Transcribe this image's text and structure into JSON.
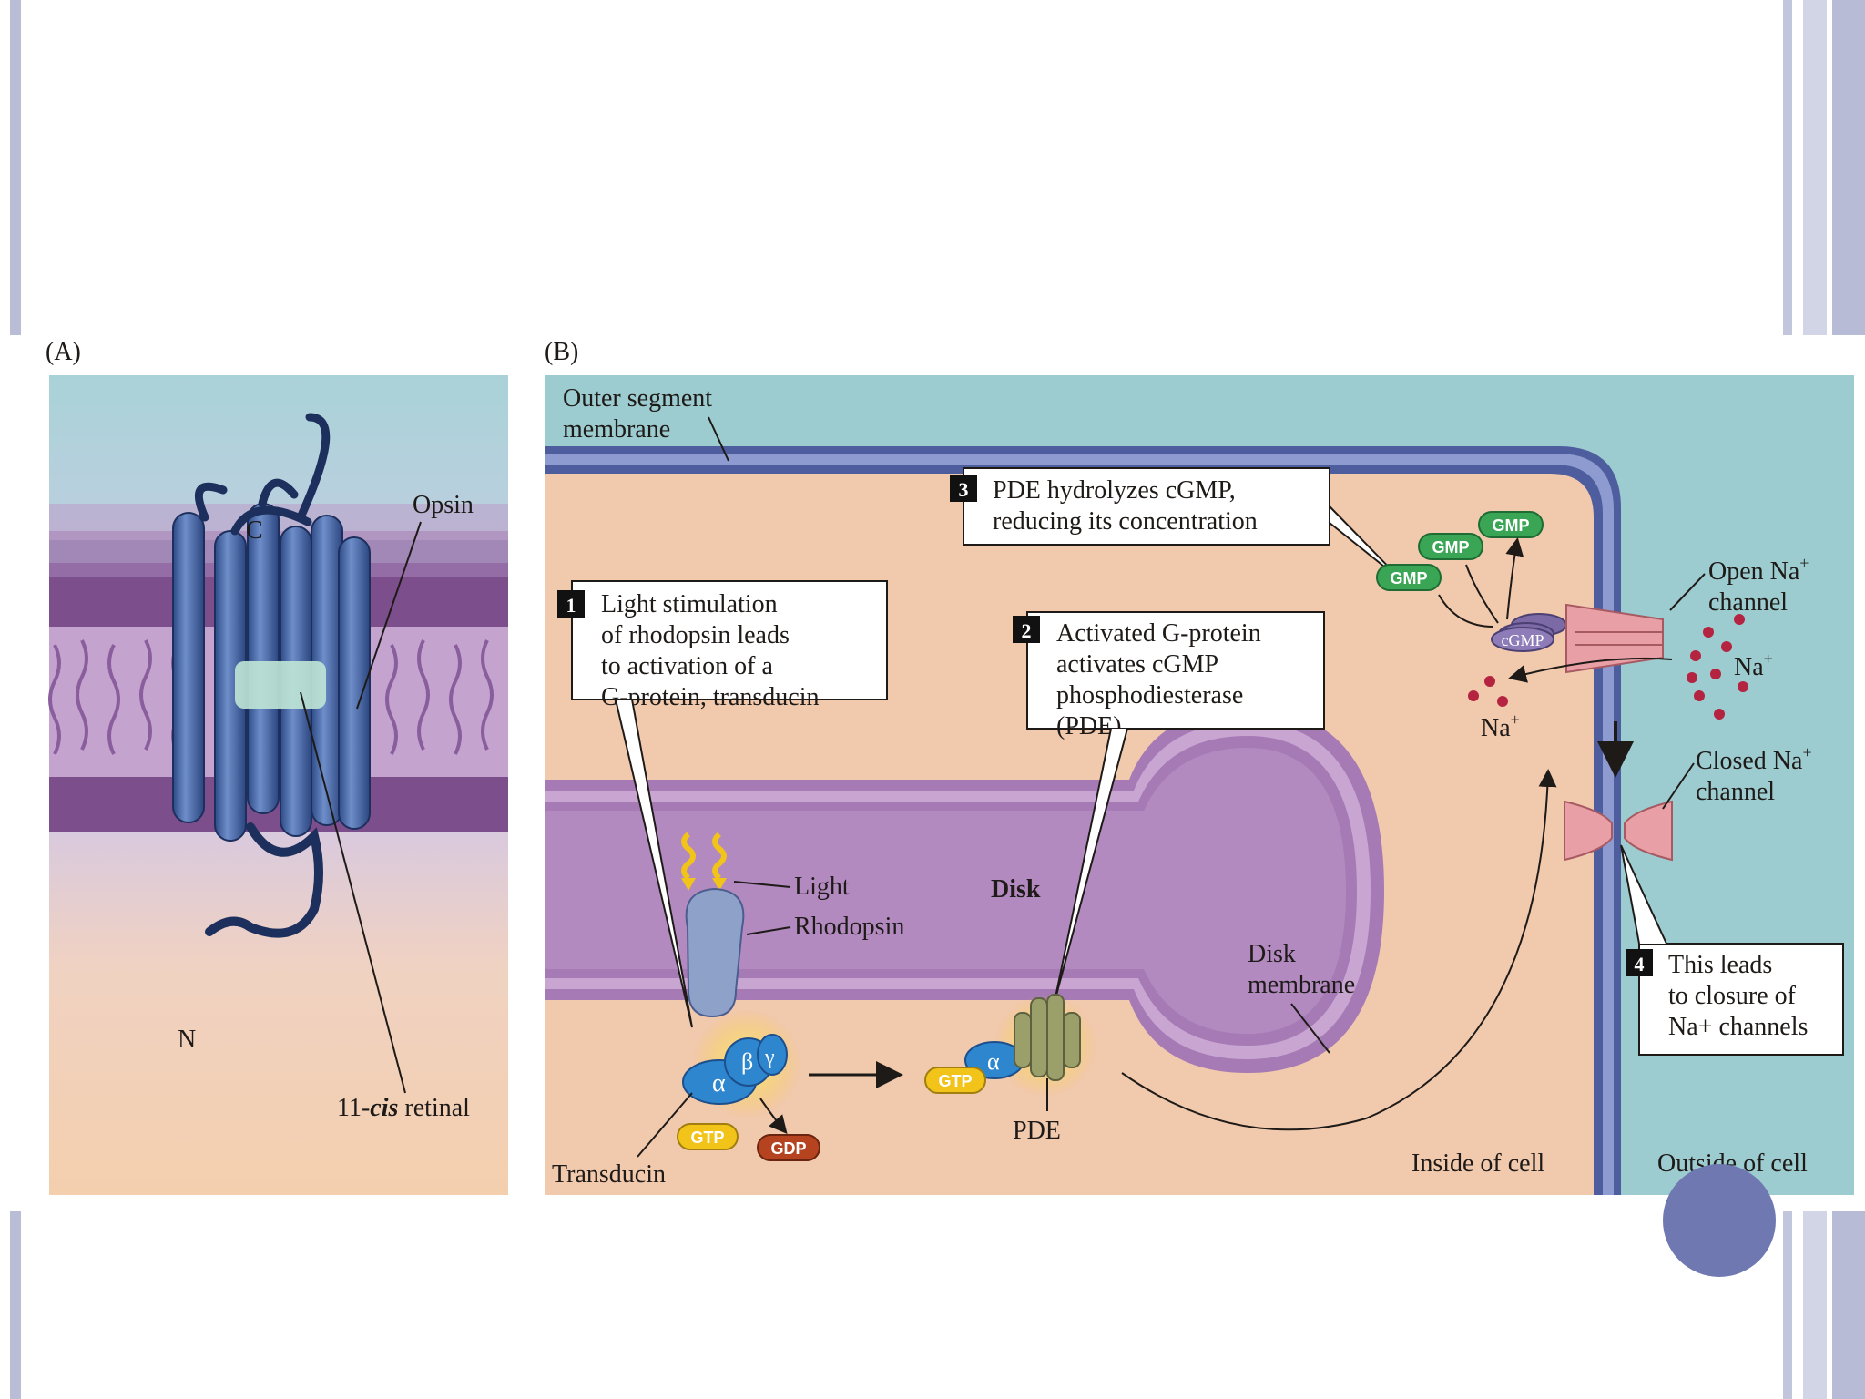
{
  "panel_a": {
    "label": "(A)",
    "c_terminus": "C",
    "n_terminus": "N",
    "opsin": "Opsin",
    "retinal_pre": "11-",
    "retinal_cis": "cis",
    "retinal_post": " retinal"
  },
  "panel_b": {
    "label": "(B)",
    "outer_segment": [
      "Outer segment",
      "membrane"
    ],
    "step1": {
      "number": "1",
      "lines": [
        "Light stimulation",
        "of rhodopsin leads",
        "to activation of a",
        "G-protein, transducin"
      ]
    },
    "step2": {
      "number": "2",
      "lines": [
        "Activated G-protein",
        "activates cGMP",
        "phosphodiesterase",
        "(PDE)"
      ]
    },
    "step3": {
      "number": "3",
      "lines": [
        "PDE hydrolyzes cGMP,",
        "reducing its concentration"
      ]
    },
    "step4": {
      "number": "4",
      "lines": [
        "This leads",
        "to closure of",
        "Na+ channels"
      ]
    },
    "light": "Light",
    "rhodopsin": "Rhodopsin",
    "disk": "Disk",
    "disk_membrane": [
      "Disk",
      "membrane"
    ],
    "transducin": "Transducin",
    "pde": "PDE",
    "inside_cell": "Inside of cell",
    "outside_cell": "Outside of cell",
    "open_channel": [
      "Open Na+",
      "channel"
    ],
    "closed_channel": [
      "Closed Na+",
      "channel"
    ],
    "na_out": "Na+",
    "na_in": "Na+",
    "gtp": "GTP",
    "gdp": "GDP",
    "gmp": "GMP",
    "cgmp": "cGMP",
    "alpha": "α",
    "beta": "β",
    "gamma": "γ"
  },
  "colors": {
    "membrane_blue": "#4e5d9e",
    "cytoplasm": "#f1c9ad",
    "extracellular": "#9ccccf",
    "disk_purple": "#b48dbd",
    "gmp_green": "#3aa655",
    "gtp_yellow": "#f2c318",
    "gdp_brown": "#b5431f",
    "channel_pink": "#e8a0a6"
  }
}
